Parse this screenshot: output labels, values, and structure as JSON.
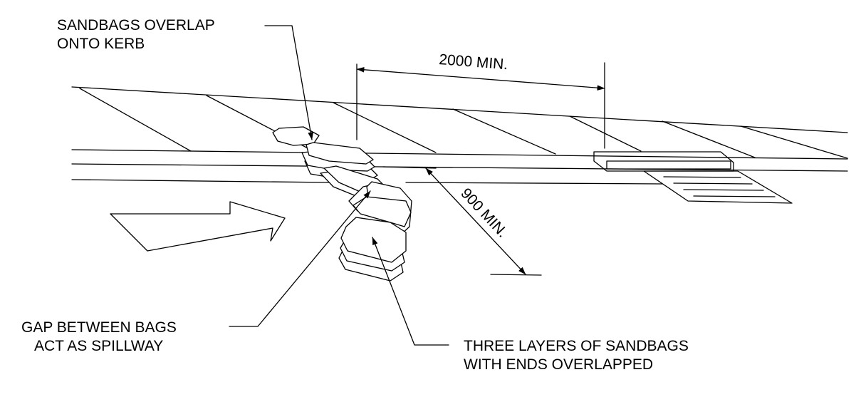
{
  "labels": {
    "sandbags_overlap_1": "SANDBAGS OVERLAP",
    "sandbags_overlap_2": "ONTO KERB",
    "dim_2000": "2000 MIN.",
    "dim_900": "900 MIN.",
    "gap_1": "GAP BETWEEN BAGS",
    "gap_2": "ACT AS SPILLWAY",
    "three_layers_1": "THREE LAYERS OF SANDBAGS",
    "three_layers_2": "WITH ENDS OVERLAPPED"
  },
  "colors": {
    "line": "#000000",
    "background": "#ffffff"
  }
}
